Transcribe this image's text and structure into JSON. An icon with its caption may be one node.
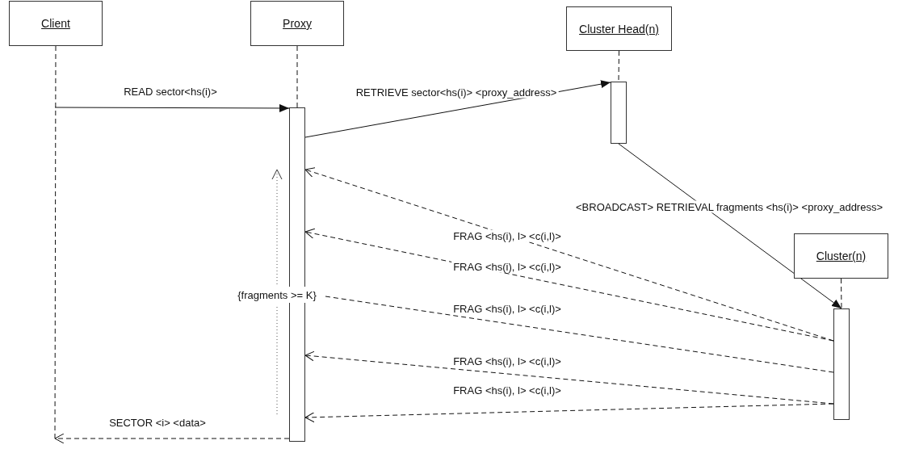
{
  "diagram": {
    "nodes": [
      {
        "text": [
          "Client"
        ]
      },
      {
        "text": [
          "Proxy"
        ]
      },
      {
        "text": [
          "Cluster Head(n)"
        ]
      },
      {
        "text": [
          "Cluster(n)"
        ]
      },
      {
        "text": [],
        "shape": "bar"
      },
      {
        "text": [],
        "shape": "bar"
      },
      {
        "text": [],
        "shape": "bar"
      },
      {
        "text": [
          "{fragments >= K}"
        ]
      }
    ],
    "edges": [
      {
        "from": 0,
        "to": null,
        "arrow": "none",
        "style": "dashed"
      },
      {
        "from": 1,
        "to": 4,
        "arrow": "none",
        "style": "dashed"
      },
      {
        "from": 2,
        "to": 5,
        "arrow": "none",
        "style": "dashed"
      },
      {
        "from": 3,
        "to": 6,
        "arrow": "none",
        "style": "dashed"
      },
      {
        "from": null,
        "to": 4,
        "arrow": "to",
        "label": "READ sector<hs(i)>"
      },
      {
        "from": 4,
        "to": 5,
        "arrow": "to",
        "label": "RETRIEVE sector<hs(i)> <proxy_address>"
      },
      {
        "from": 5,
        "to": 6,
        "arrow": "to",
        "label": "<BROADCAST> RETRIEVAL fragments <hs(i)> <proxy_address>"
      },
      {
        "from": 6,
        "to": 4,
        "arrow": "to",
        "style": "dashed",
        "label": "FRAG <hs(i), l> <c(i,l)>"
      },
      {
        "from": 6,
        "to": 4,
        "arrow": "to",
        "style": "dashed",
        "label": "FRAG <hs(i), l> <c(i,l)>"
      },
      {
        "from": 6,
        "to": 7,
        "arrow": "none",
        "style": "dashed",
        "label": "FRAG <hs(i), l> <c(i,l)>"
      },
      {
        "from": 6,
        "to": 4,
        "arrow": "to",
        "style": "dashed",
        "label": "FRAG <hs(i), l> <c(i,l)>"
      },
      {
        "from": 6,
        "to": 4,
        "arrow": "to",
        "style": "dashed",
        "label": "FRAG <hs(i), l> <c(i,l)>"
      },
      {
        "from": 4,
        "to": null,
        "arrow": "to",
        "style": "dashed",
        "label": "SECTOR <i> <data>"
      }
    ]
  }
}
